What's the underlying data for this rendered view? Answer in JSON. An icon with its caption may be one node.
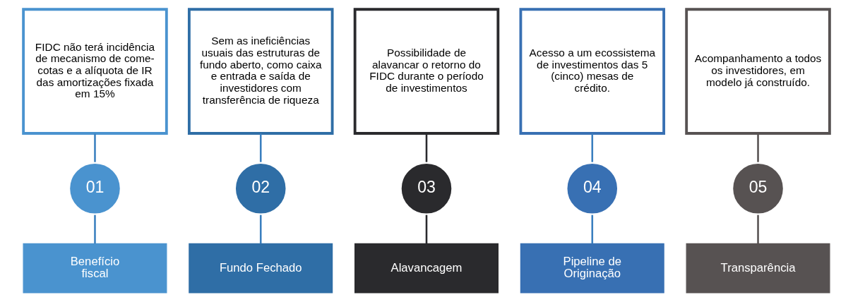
{
  "diagram": {
    "nodes": [
      {
        "text": [
          "FIDC não terá incidência de mecanismo de come-cotas e a alíquota de IR das amortizações fixada em 15%"
        ]
      },
      {
        "text": [
          "Sem as ineficiências usuais das estruturas de fundo aberto, como caixa e entrada e saída de investidores com transferência de riqueza"
        ]
      },
      {
        "text": [
          "Possibilidade de alavancar o retorno do FIDC durante o período de investimentos"
        ]
      },
      {
        "text": [
          "Acesso a um ecossistema de investimentos das 5 (cinco) mesas de crédito."
        ]
      },
      {
        "text": [
          "Acompanhamento a todos os investidores, em modelo já construído."
        ]
      },
      {
        "text": [
          "01"
        ]
      },
      {
        "text": [
          "02"
        ]
      },
      {
        "text": [
          "03"
        ]
      },
      {
        "text": [
          "04"
        ]
      },
      {
        "text": [
          "05"
        ]
      },
      {
        "text": [
          "Benefício fiscal"
        ]
      },
      {
        "text": [
          "Fundo Fechado"
        ]
      },
      {
        "text": [
          "Alavancagem"
        ]
      },
      {
        "text": [
          "Pipeline de Originação"
        ]
      },
      {
        "text": [
          "Transparência"
        ]
      }
    ],
    "edges": [
      {
        "from": 0,
        "to": 5,
        "arrow": "none"
      },
      {
        "from": 1,
        "to": 6,
        "arrow": "none"
      },
      {
        "from": 2,
        "to": 7,
        "arrow": "none",
        "color": "#2a2a2d"
      },
      {
        "from": 3,
        "to": 8,
        "arrow": "none"
      },
      {
        "from": 4,
        "to": 9,
        "arrow": "none",
        "color": "#575252"
      },
      {
        "from": 5,
        "to": 10,
        "arrow": "none"
      },
      {
        "from": 6,
        "to": 11,
        "arrow": "none"
      },
      {
        "from": 7,
        "to": 12,
        "arrow": "none",
        "color": "#2a2a2d"
      },
      {
        "from": 8,
        "to": 13,
        "arrow": "none"
      },
      {
        "from": 9,
        "to": 14,
        "arrow": "none",
        "color": "#575252"
      }
    ]
  }
}
